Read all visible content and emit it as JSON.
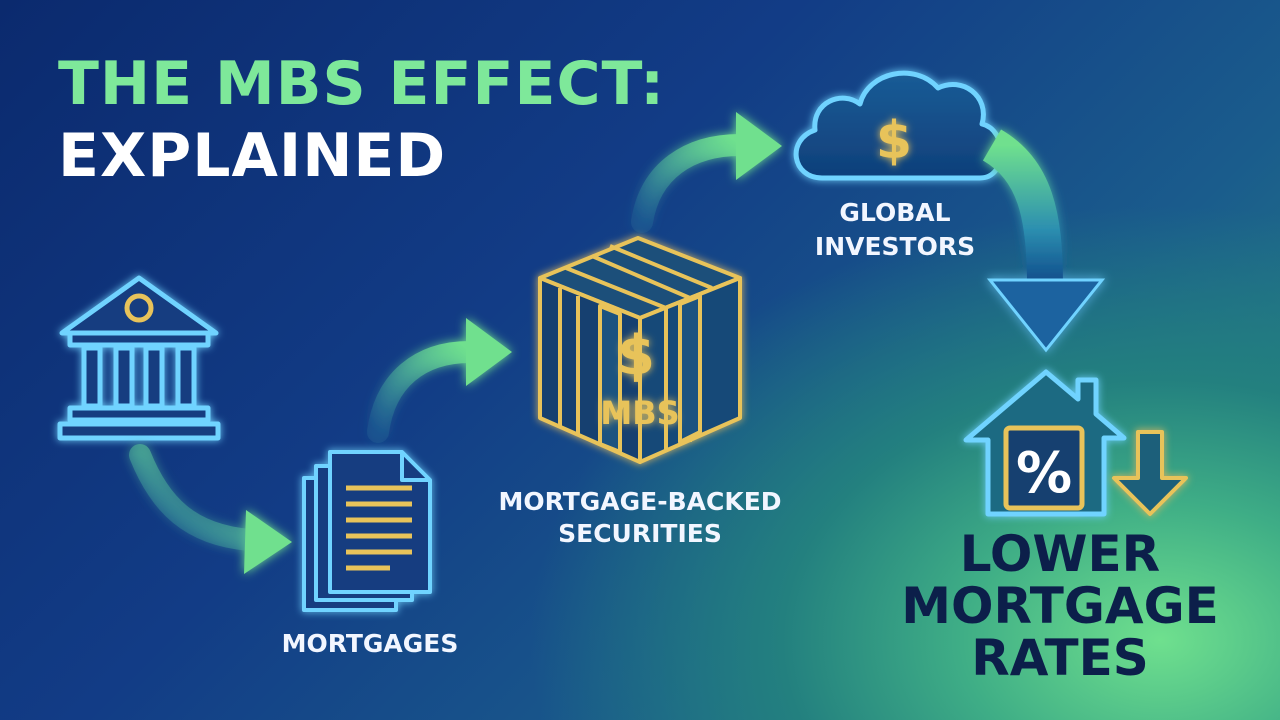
{
  "title": {
    "line1": "THE MBS EFFECT:",
    "line2": "EXPLAINED"
  },
  "icons": {
    "bank": "bank-icon",
    "documents": "documents-icon",
    "crate": "mbs-crate-icon",
    "cloud": "cloud-icon",
    "house": "house-icon",
    "down_arrow": "down-arrow-icon"
  },
  "icon_text": {
    "crate_dollar": "$",
    "crate_label": "MBS",
    "cloud_dollar": "$",
    "house_percent": "%"
  },
  "labels": {
    "mortgages": "MORTGAGES",
    "mbs": [
      "MORTGAGE-BACKED",
      "SECURITIES"
    ],
    "investors": [
      "GLOBAL",
      "INVESTORS"
    ],
    "result": [
      "LOWER",
      "MORTGAGE",
      "RATES"
    ]
  },
  "colors": {
    "title_accent": "#7ee89a",
    "icon_blue": "#6fd3ff",
    "icon_gold": "#e8c35a",
    "arrow_green": "#6fe08e",
    "result_text": "#0c1f4a"
  }
}
